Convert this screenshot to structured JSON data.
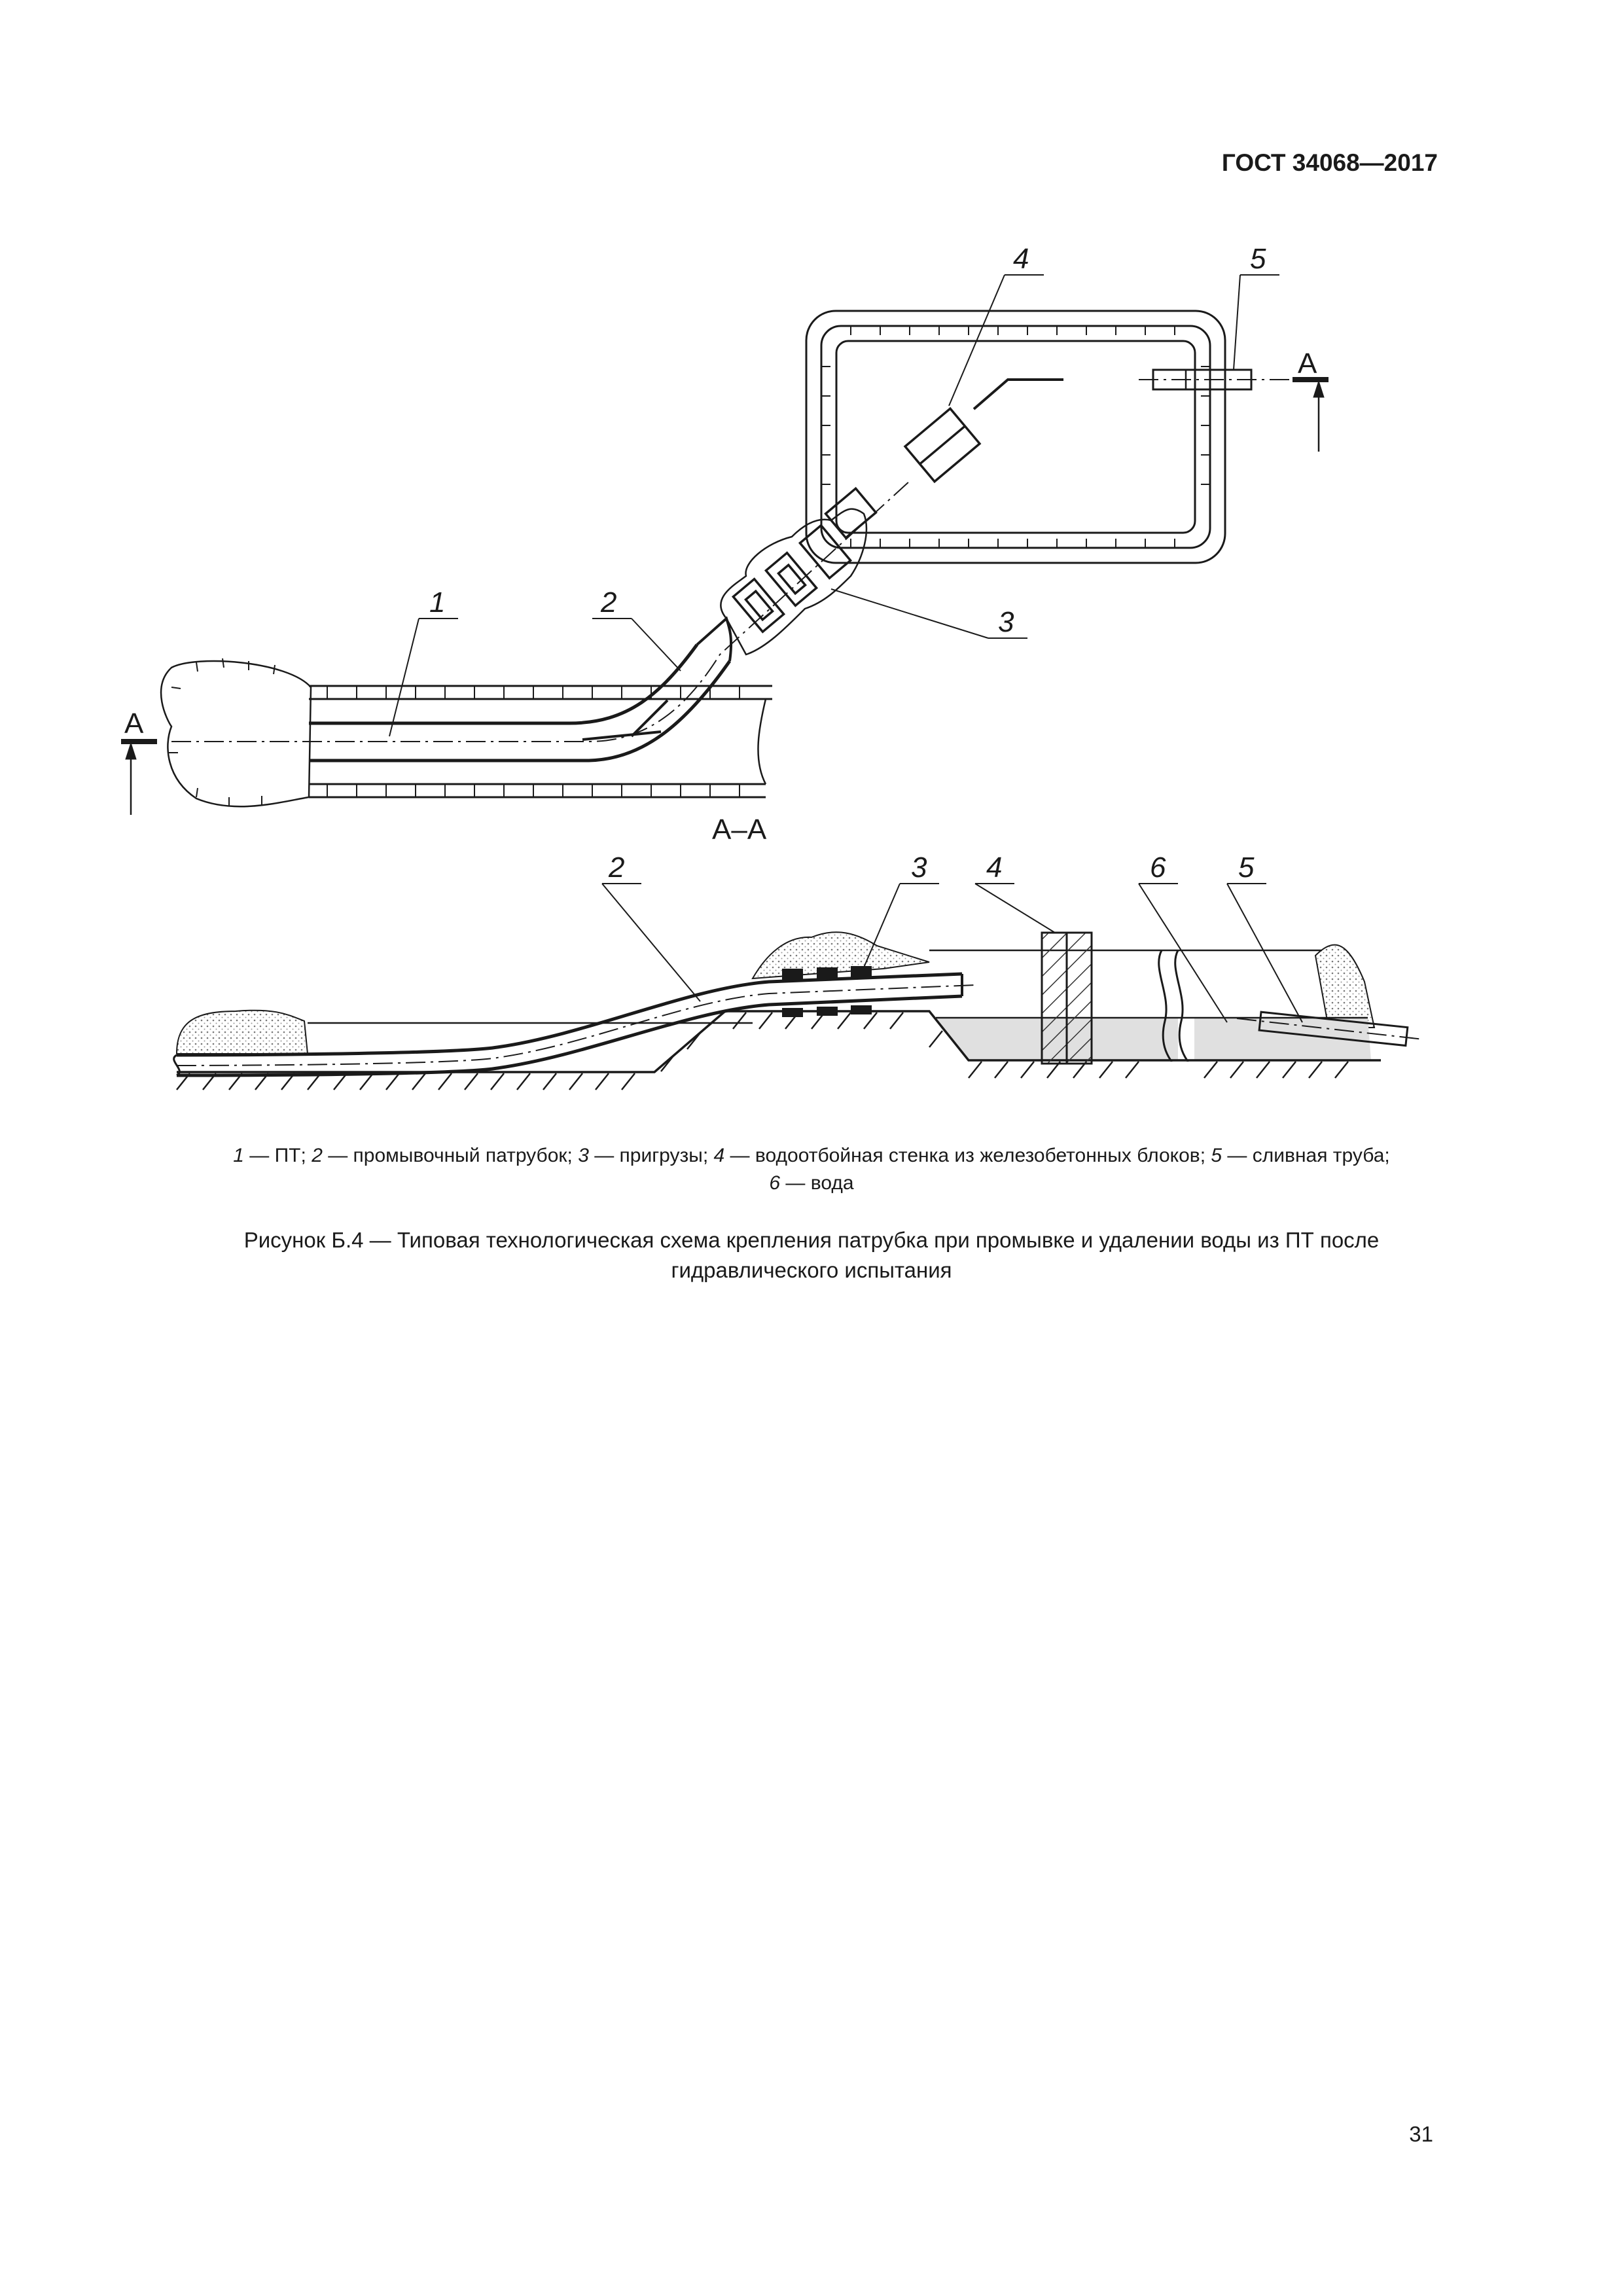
{
  "header": {
    "standard": "ГОСТ 34068—2017"
  },
  "figure": {
    "plan_callouts": [
      "1",
      "2",
      "3",
      "4",
      "5"
    ],
    "section_mark": "А",
    "section_title": "А–А",
    "section_callouts": [
      "2",
      "3",
      "4",
      "6",
      "5"
    ]
  },
  "legend": [
    {
      "num": "1",
      "text": " — ПТ; "
    },
    {
      "num": "2",
      "text": " — промывочный патрубок; "
    },
    {
      "num": "3",
      "text": " — пригрузы; "
    },
    {
      "num": "4",
      "text": " — водоотбойная стенка из железобетонных блоков; "
    },
    {
      "num": "5",
      "text": " — сливная труба;"
    },
    {
      "num": "6",
      "text": " — вода"
    }
  ],
  "caption": {
    "line1": "Рисунок Б.4 — Типовая технологическая схема крепления патрубка при промывке и удалении воды из ПТ после",
    "line2": "гидравлического испытания"
  },
  "page_number": "31"
}
